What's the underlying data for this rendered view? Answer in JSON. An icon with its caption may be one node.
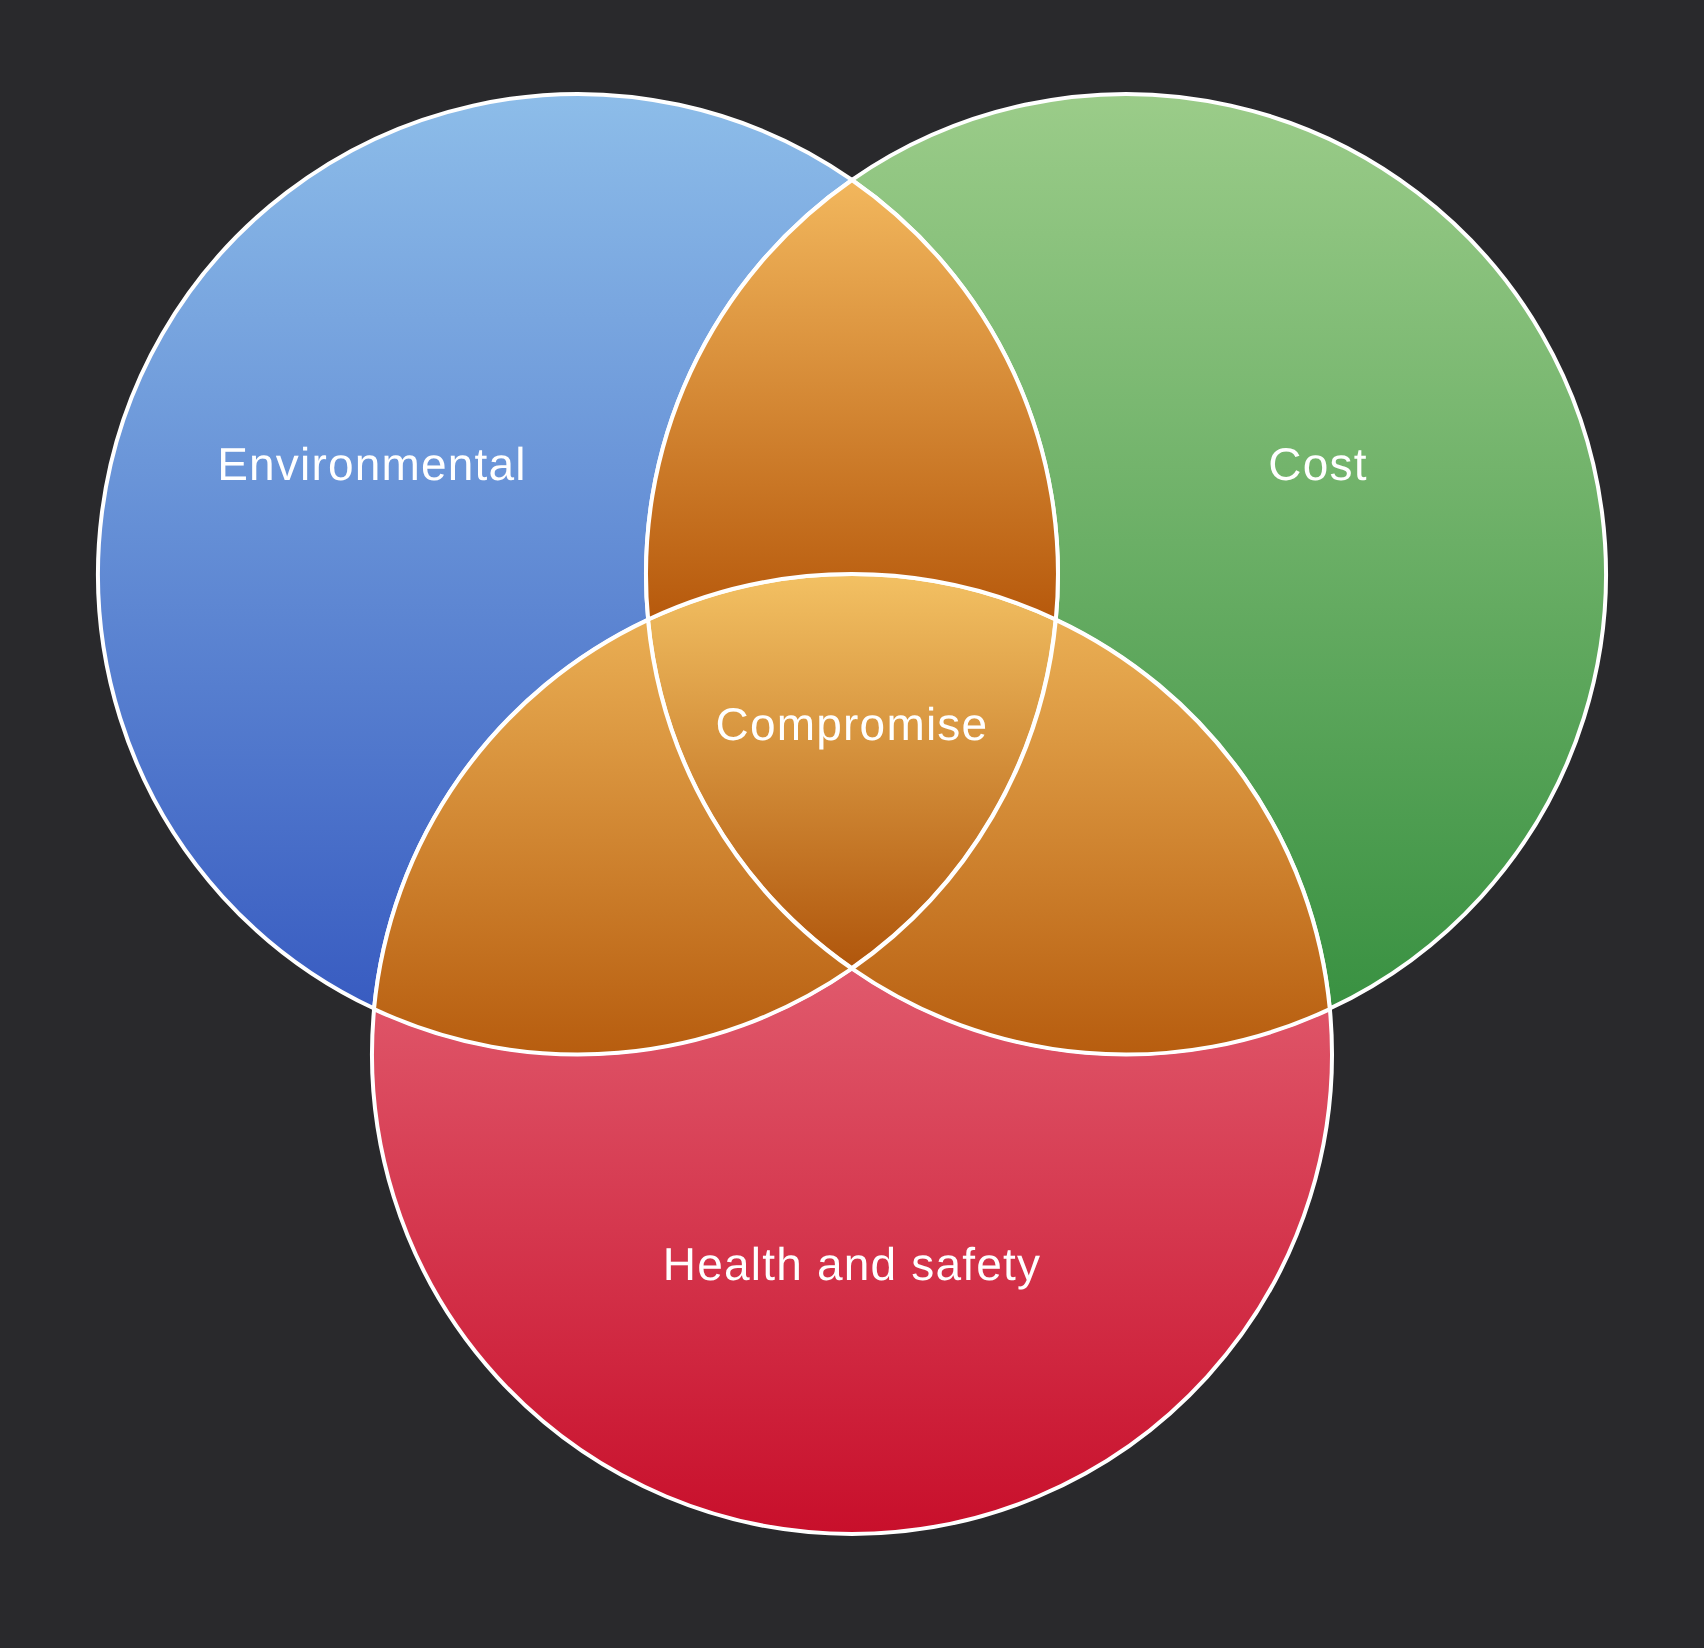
{
  "diagram": {
    "nodes": [
      {
        "text": [
          "Environmental"
        ]
      },
      {
        "text": [
          "Cost"
        ]
      },
      {
        "text": [
          "Health and safety"
        ]
      },
      {
        "text": [
          "Compromise"
        ]
      },
      {
        "text": [],
        "shape": "lens"
      },
      {
        "text": [],
        "shape": "lens"
      },
      {
        "text": [],
        "shape": "lens"
      }
    ]
  }
}
